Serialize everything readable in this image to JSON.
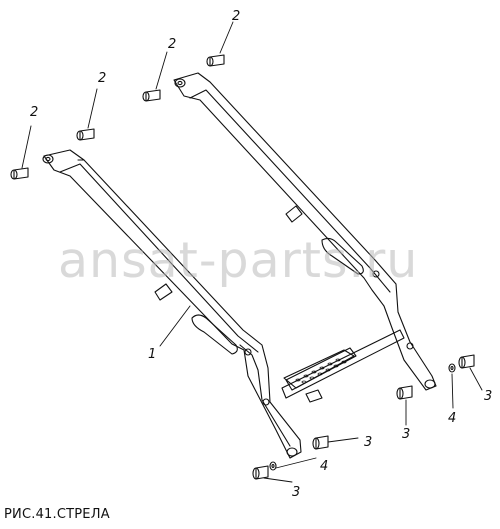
{
  "figure": {
    "caption": "РИС.41.СТРЕЛА",
    "watermark": "ansat-parts.ru"
  },
  "callouts": {
    "part_1": "1",
    "part_2": "2",
    "part_3": "3",
    "part_4": "4"
  },
  "colors": {
    "line": "#111111",
    "watermark": "#b9b9b9"
  }
}
